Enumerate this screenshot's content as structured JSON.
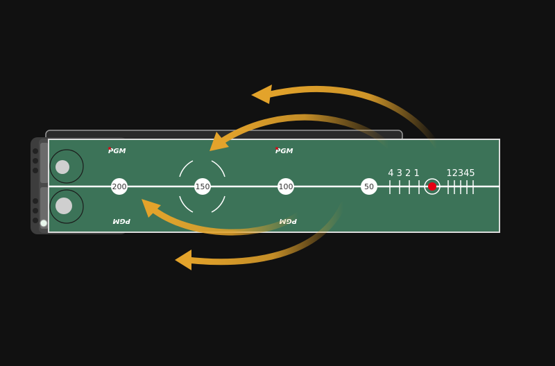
{
  "mat": {
    "brand": "PGM",
    "accent": "#c5161d",
    "felt_color": "#3c7358",
    "frame_color": "#3a3a3a",
    "line_color": "#ffffff",
    "arrow_color": "#e3a32b"
  },
  "distance_markers": [
    "200",
    "150",
    "100",
    "50"
  ],
  "tick_labels_left": "4 3 2 1",
  "tick_labels_right": "12345",
  "target": {
    "name": "hole",
    "color": "#e60012"
  }
}
